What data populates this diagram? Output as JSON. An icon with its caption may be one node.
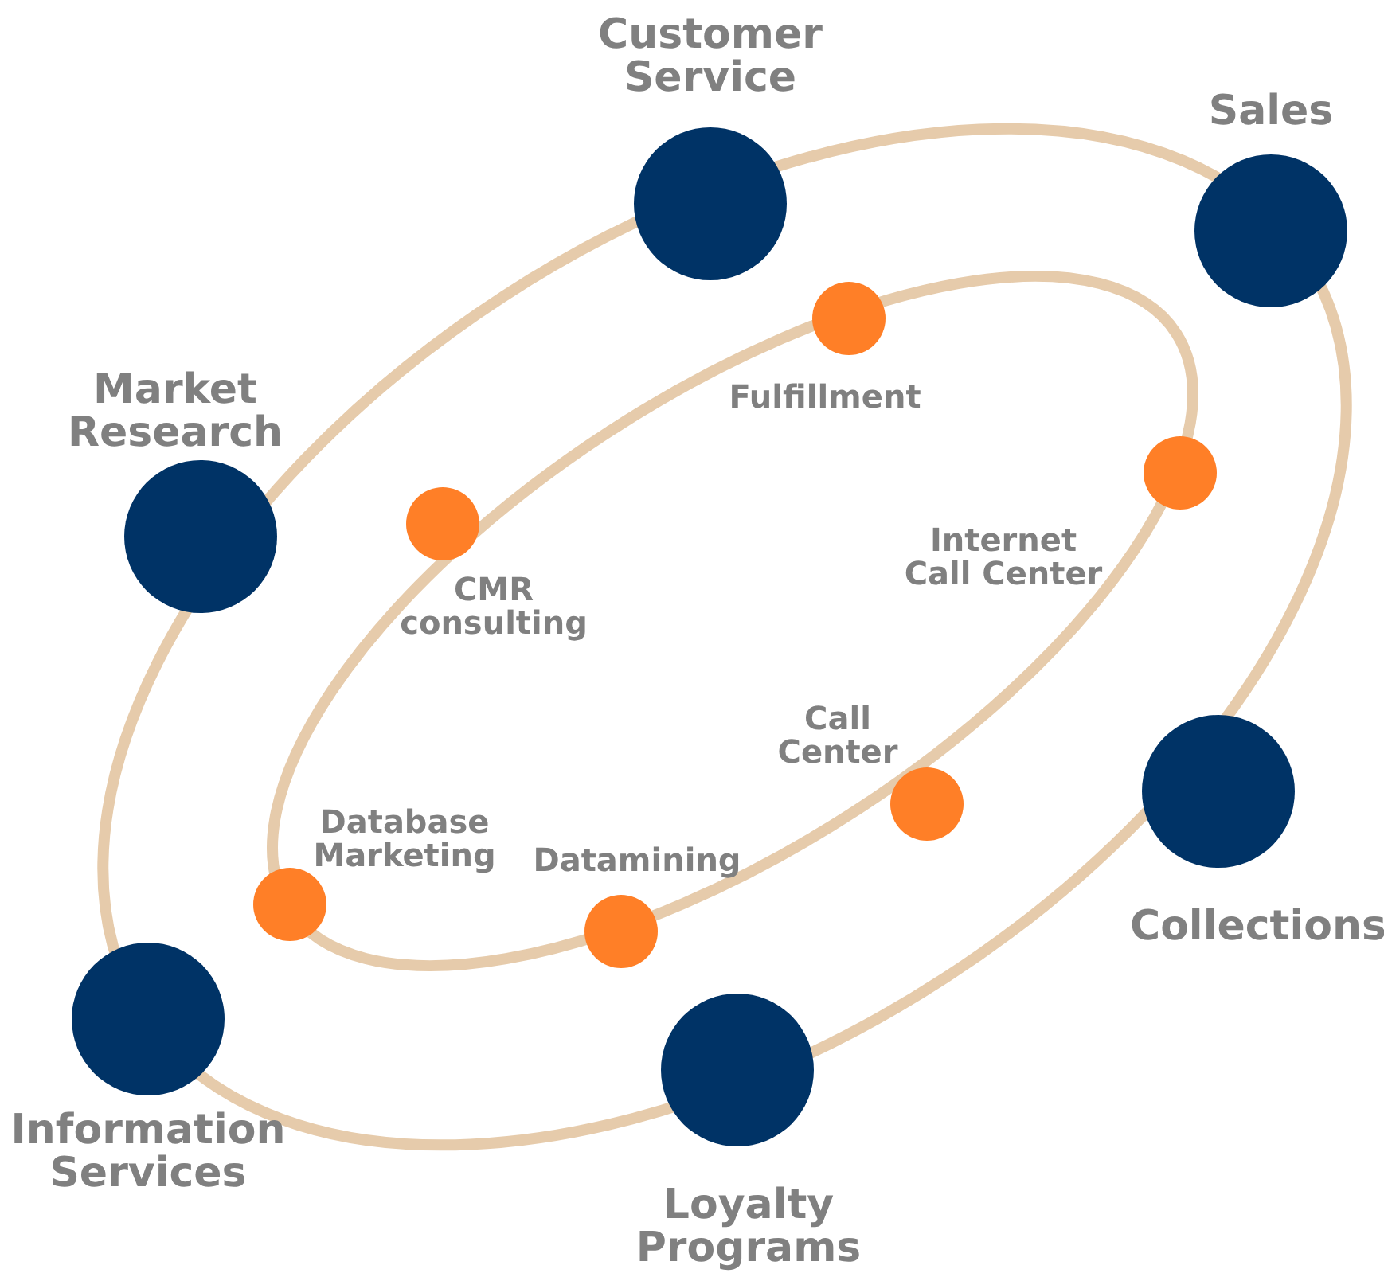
{
  "diagram": {
    "nodes": [
      {
        "text": [
          "Customer Service"
        ]
      },
      {
        "text": [
          "Sales"
        ]
      },
      {
        "text": [
          "Market Research"
        ]
      },
      {
        "text": [
          "Fulfillment"
        ]
      },
      {
        "text": [
          "Internet Call Center"
        ]
      },
      {
        "text": [
          "CMR consulting"
        ]
      },
      {
        "text": [
          "Call Center"
        ]
      },
      {
        "text": [
          "Database Marketing"
        ]
      },
      {
        "text": [
          "Datamining"
        ]
      },
      {
        "text": [
          "Collections"
        ]
      },
      {
        "text": [
          "Information Services"
        ]
      },
      {
        "text": [
          "Loyalty Programs"
        ]
      }
    ]
  }
}
